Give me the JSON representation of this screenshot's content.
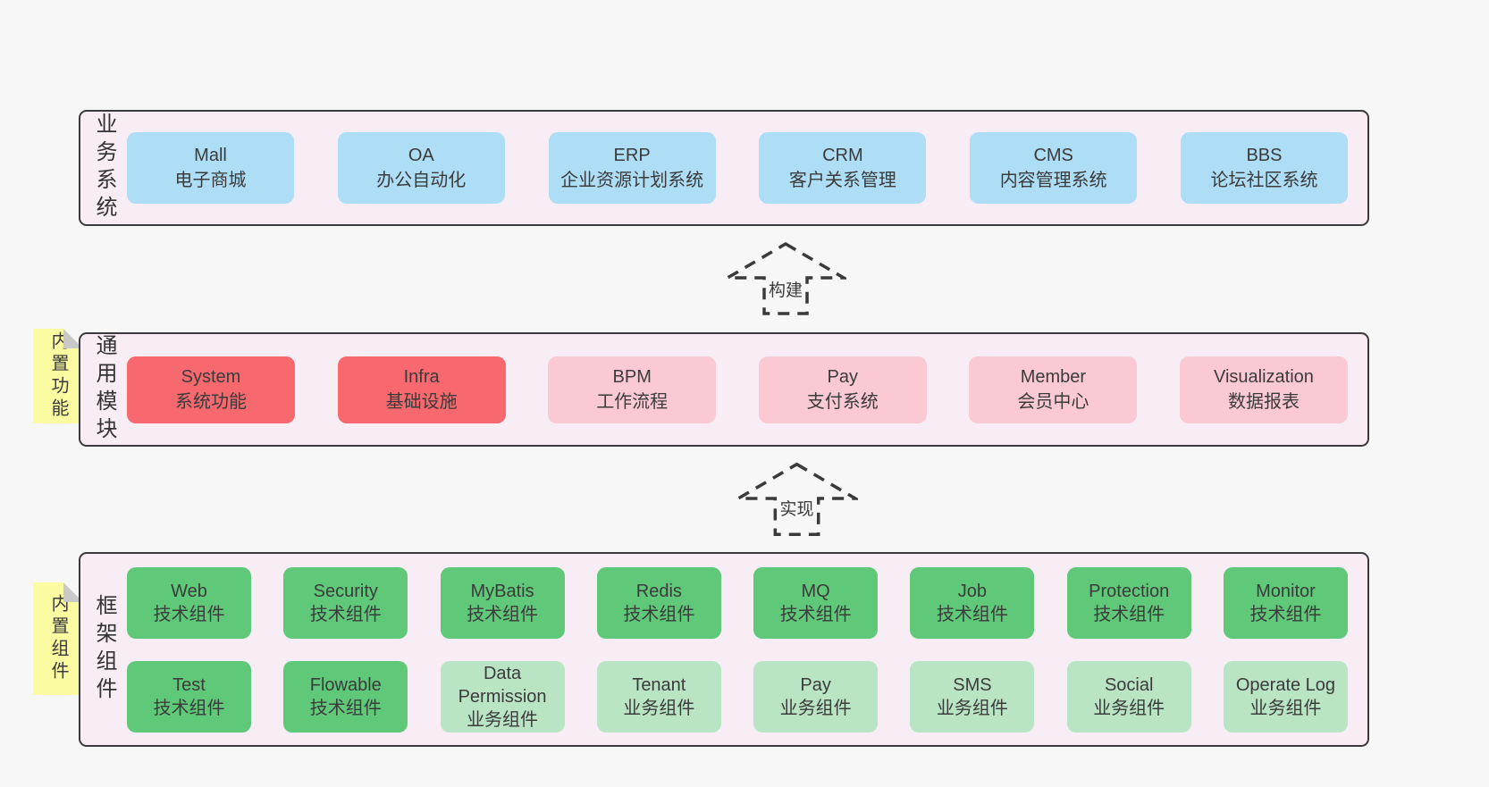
{
  "colors": {
    "page_background": "#f7f7f7",
    "panel_background": "#f8edf5",
    "panel_border": "#3a3a3a",
    "note_yellow": "#fbfba2",
    "note_fold_gray": "#c9c9c9",
    "box_blue": "#aeddf6",
    "box_red": "#f7696e",
    "box_pink": "#fac9d3",
    "box_green": "#5fc879",
    "box_light_green": "#bae5c5",
    "text": "#3b3b3b"
  },
  "arrows": [
    {
      "label": "构建"
    },
    {
      "label": "实现"
    }
  ],
  "layers": {
    "business": {
      "label": "业务系统",
      "boxes": [
        {
          "title": "Mall",
          "subtitle": "电子商城"
        },
        {
          "title": "OA",
          "subtitle": "办公自动化"
        },
        {
          "title": "ERP",
          "subtitle": "企业资源计划系统"
        },
        {
          "title": "CRM",
          "subtitle": "客户关系管理"
        },
        {
          "title": "CMS",
          "subtitle": "内容管理系统"
        },
        {
          "title": "BBS",
          "subtitle": "论坛社区系统"
        }
      ]
    },
    "modules": {
      "label": "通用模块",
      "note": "内置功能",
      "boxes": [
        {
          "title": "System",
          "subtitle": "系统功能"
        },
        {
          "title": "Infra",
          "subtitle": "基础设施"
        },
        {
          "title": "BPM",
          "subtitle": "工作流程"
        },
        {
          "title": "Pay",
          "subtitle": "支付系统"
        },
        {
          "title": "Member",
          "subtitle": "会员中心"
        },
        {
          "title": "Visualization",
          "subtitle": "数据报表"
        }
      ]
    },
    "components": {
      "label": "框架组件",
      "note": "内置组件",
      "rows": [
        [
          {
            "title": "Web",
            "subtitle": "技术组件"
          },
          {
            "title": "Security",
            "subtitle": "技术组件"
          },
          {
            "title": "MyBatis",
            "subtitle": "技术组件"
          },
          {
            "title": "Redis",
            "subtitle": "技术组件"
          },
          {
            "title": "MQ",
            "subtitle": "技术组件"
          },
          {
            "title": "Job",
            "subtitle": "技术组件"
          },
          {
            "title": "Protection",
            "subtitle": "技术组件"
          },
          {
            "title": "Monitor",
            "subtitle": "技术组件"
          }
        ],
        [
          {
            "title": "Test",
            "subtitle": "技术组件"
          },
          {
            "title": "Flowable",
            "subtitle": "技术组件"
          },
          {
            "title": "Data Permission",
            "subtitle": "业务组件"
          },
          {
            "title": "Tenant",
            "subtitle": "业务组件"
          },
          {
            "title": "Pay",
            "subtitle": "业务组件"
          },
          {
            "title": "SMS",
            "subtitle": "业务组件"
          },
          {
            "title": "Social",
            "subtitle": "业务组件"
          },
          {
            "title": "Operate Log",
            "subtitle": "业务组件"
          }
        ]
      ]
    }
  }
}
